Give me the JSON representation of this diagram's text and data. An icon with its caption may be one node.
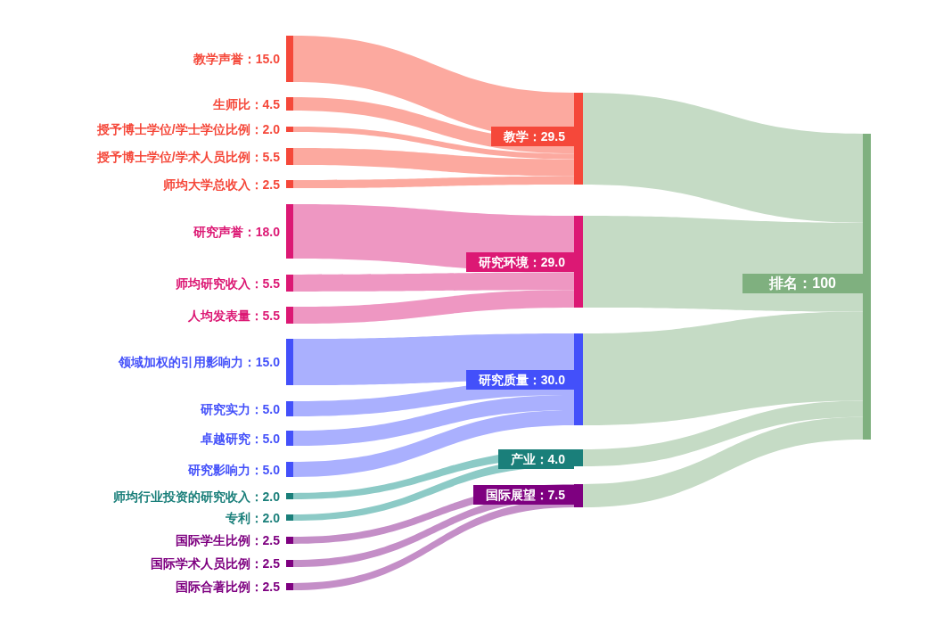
{
  "diagram": {
    "nodes": [
      {
        "text": [
          "教学声誉：15.0"
        ]
      },
      {
        "text": [
          "生师比：4.5"
        ]
      },
      {
        "text": [
          "授予博士学位/学士学位比例：2.0"
        ]
      },
      {
        "text": [
          "授予博士学位/学术人员比例：5.5"
        ]
      },
      {
        "text": [
          "师均大学总收入：2.5"
        ]
      },
      {
        "text": [
          "研究声誉：18.0"
        ]
      },
      {
        "text": [
          "师均研究收入：5.5"
        ]
      },
      {
        "text": [
          "人均发表量：5.5"
        ]
      },
      {
        "text": [
          "领域加权的引用影响力：15.0"
        ]
      },
      {
        "text": [
          "研究实力：5.0"
        ]
      },
      {
        "text": [
          "卓越研究：5.0"
        ]
      },
      {
        "text": [
          "研究影响力：5.0"
        ]
      },
      {
        "text": [
          "师均行业投资的研究收入：2.0"
        ]
      },
      {
        "text": [
          "专利：2.0"
        ]
      },
      {
        "text": [
          "国际学生比例：2.5"
        ]
      },
      {
        "text": [
          "国际学术人员比例：2.5"
        ]
      },
      {
        "text": [
          "国际合著比例：2.5"
        ]
      },
      {
        "text": [
          "教学：29.5"
        ]
      },
      {
        "text": [
          "研究环境：29.0"
        ]
      },
      {
        "text": [
          "研究质量：30.0"
        ]
      },
      {
        "text": [
          "产业：4.0"
        ]
      },
      {
        "text": [
          "国际展望：7.5"
        ]
      },
      {
        "text": [
          "排名：100"
        ]
      }
    ],
    "edges": [
      {
        "from": 0,
        "to": 17,
        "arrow": "none",
        "color": "#fca99f"
      },
      {
        "from": 1,
        "to": 17,
        "arrow": "none",
        "color": "#fca99f"
      },
      {
        "from": 2,
        "to": 17,
        "arrow": "none",
        "color": "#fca99f"
      },
      {
        "from": 3,
        "to": 17,
        "arrow": "none",
        "color": "#fca99f"
      },
      {
        "from": 4,
        "to": 17,
        "arrow": "none",
        "color": "#fca99f"
      },
      {
        "from": 5,
        "to": 18,
        "arrow": "none",
        "color": "#ee97c2"
      },
      {
        "from": 6,
        "to": 18,
        "arrow": "none",
        "color": "#ee97c2"
      },
      {
        "from": 7,
        "to": 18,
        "arrow": "none",
        "color": "#ee97c2"
      },
      {
        "from": 8,
        "to": 19,
        "arrow": "none",
        "color": "#aab0fe"
      },
      {
        "from": 9,
        "to": 19,
        "arrow": "none",
        "color": "#aab0fe"
      },
      {
        "from": 10,
        "to": 19,
        "arrow": "none",
        "color": "#aab0fe"
      },
      {
        "from": 11,
        "to": 19,
        "arrow": "none",
        "color": "#aab0fe"
      },
      {
        "from": 12,
        "to": 20,
        "arrow": "none",
        "color": "#8ccac6"
      },
      {
        "from": 13,
        "to": 20,
        "arrow": "none",
        "color": "#8ccac6"
      },
      {
        "from": 14,
        "to": 21,
        "arrow": "none",
        "color": "#c48ec7"
      },
      {
        "from": 15,
        "to": 21,
        "arrow": "none",
        "color": "#c48ec7"
      },
      {
        "from": 16,
        "to": 21,
        "arrow": "none",
        "color": "#c48ec7"
      },
      {
        "from": 17,
        "to": 22,
        "arrow": "none",
        "color": "#c5dbc5"
      },
      {
        "from": 18,
        "to": 22,
        "arrow": "none",
        "color": "#c5dbc5"
      },
      {
        "from": 19,
        "to": 22,
        "arrow": "none",
        "color": "#c5dbc5"
      },
      {
        "from": 20,
        "to": 22,
        "arrow": "none",
        "color": "#c5dbc5"
      },
      {
        "from": 21,
        "to": 22,
        "arrow": "none",
        "color": "#c5dbc5"
      }
    ]
  }
}
